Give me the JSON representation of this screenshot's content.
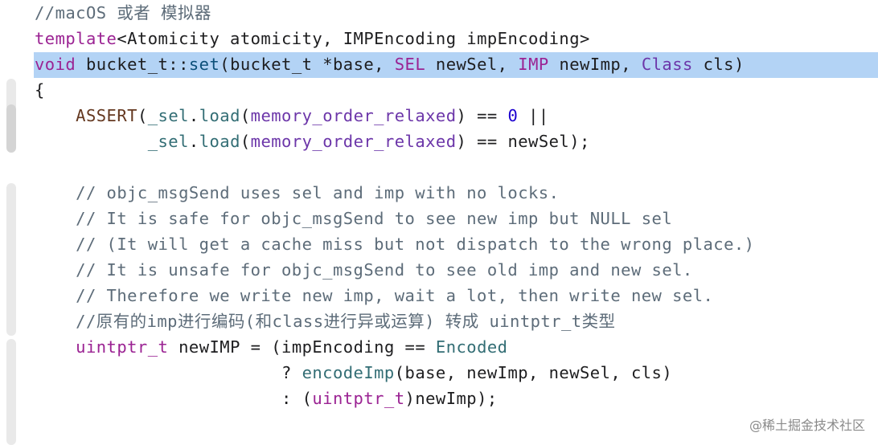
{
  "lines": [
    [
      {
        "t": "//macOS 或者 模拟器",
        "c": "tok-comment"
      }
    ],
    [
      {
        "t": "template",
        "c": "tok-keyword"
      },
      {
        "t": "<Atomicity atomicity, IMPEncoding impEncoding>",
        "c": "tok-plain"
      }
    ],
    [
      {
        "t": "void",
        "c": "tok-keyword"
      },
      {
        "t": " bucket_t::",
        "c": "tok-plain"
      },
      {
        "t": "set",
        "c": "tok-type"
      },
      {
        "t": "(bucket_t *base, ",
        "c": "tok-plain"
      },
      {
        "t": "SEL",
        "c": "tok-keyword"
      },
      {
        "t": " newSel, ",
        "c": "tok-plain"
      },
      {
        "t": "IMP",
        "c": "tok-keyword"
      },
      {
        "t": " newImp, ",
        "c": "tok-plain"
      },
      {
        "t": "Class",
        "c": "tok-enum"
      },
      {
        "t": " cls)",
        "c": "tok-plain"
      }
    ],
    [
      {
        "t": "{",
        "c": "tok-plain"
      }
    ],
    [
      {
        "t": "    ",
        "c": "tok-plain"
      },
      {
        "t": "ASSERT",
        "c": "tok-macro"
      },
      {
        "t": "(",
        "c": "tok-plain"
      },
      {
        "t": "_sel",
        "c": "tok-member"
      },
      {
        "t": ".",
        "c": "tok-plain"
      },
      {
        "t": "load",
        "c": "tok-method"
      },
      {
        "t": "(",
        "c": "tok-plain"
      },
      {
        "t": "memory_order_relaxed",
        "c": "tok-enum"
      },
      {
        "t": ") == ",
        "c": "tok-plain"
      },
      {
        "t": "0",
        "c": "tok-number"
      },
      {
        "t": " ||",
        "c": "tok-plain"
      }
    ],
    [
      {
        "t": "           ",
        "c": "tok-plain"
      },
      {
        "t": "_sel",
        "c": "tok-member"
      },
      {
        "t": ".",
        "c": "tok-plain"
      },
      {
        "t": "load",
        "c": "tok-method"
      },
      {
        "t": "(",
        "c": "tok-plain"
      },
      {
        "t": "memory_order_relaxed",
        "c": "tok-enum"
      },
      {
        "t": ") == newSel);",
        "c": "tok-plain"
      }
    ],
    [
      {
        "t": "",
        "c": "tok-plain"
      }
    ],
    [
      {
        "t": "    // objc_msgSend uses sel and imp with no locks.",
        "c": "tok-comment"
      }
    ],
    [
      {
        "t": "    // It is safe for objc_msgSend to see new imp but NULL sel",
        "c": "tok-comment"
      }
    ],
    [
      {
        "t": "    // (It will get a cache miss but not dispatch to the wrong place.)",
        "c": "tok-comment"
      }
    ],
    [
      {
        "t": "    // It is unsafe for objc_msgSend to see old imp and new sel.",
        "c": "tok-comment"
      }
    ],
    [
      {
        "t": "    // Therefore we write new imp, wait a lot, then write new sel.",
        "c": "tok-comment"
      }
    ],
    [
      {
        "t": "    //原有的imp进行编码(和class进行异或运算) 转成 uintptr_t类型",
        "c": "tok-comment"
      }
    ],
    [
      {
        "t": "    ",
        "c": "tok-plain"
      },
      {
        "t": "uintptr_t",
        "c": "tok-keyword"
      },
      {
        "t": " newIMP = (impEncoding == ",
        "c": "tok-plain"
      },
      {
        "t": "Encoded",
        "c": "tok-func"
      }
    ],
    [
      {
        "t": "                        ? ",
        "c": "tok-plain"
      },
      {
        "t": "encodeImp",
        "c": "tok-func"
      },
      {
        "t": "(base, newImp, newSel, cls)",
        "c": "tok-plain"
      }
    ],
    [
      {
        "t": "                        : (",
        "c": "tok-plain"
      },
      {
        "t": "uintptr_t",
        "c": "tok-keyword"
      },
      {
        "t": ")newImp);",
        "c": "tok-plain"
      }
    ]
  ],
  "watermark": "@稀土掘金技术社区",
  "colors": {
    "highlight": "#b3d3f5",
    "comment": "#5d6c79",
    "keyword": "#9b2393",
    "enum": "#6c36a9"
  }
}
